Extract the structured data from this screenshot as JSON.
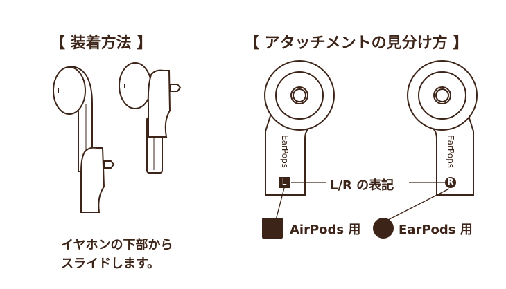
{
  "left": {
    "title": "【 装着方法 】",
    "caption_line1": "イヤホンの下部から",
    "caption_line2": "スライドします。"
  },
  "right": {
    "title": "【 アタッチメントの見分け方 】",
    "brand_text": "EarPops",
    "lr_label": "L/R の表記",
    "left_mark": "L",
    "right_mark": "R",
    "airpods_label": "AirPods 用",
    "earpods_label": "EarPods 用"
  },
  "colors": {
    "ink": "#3d2418",
    "background": "#ffffff"
  }
}
